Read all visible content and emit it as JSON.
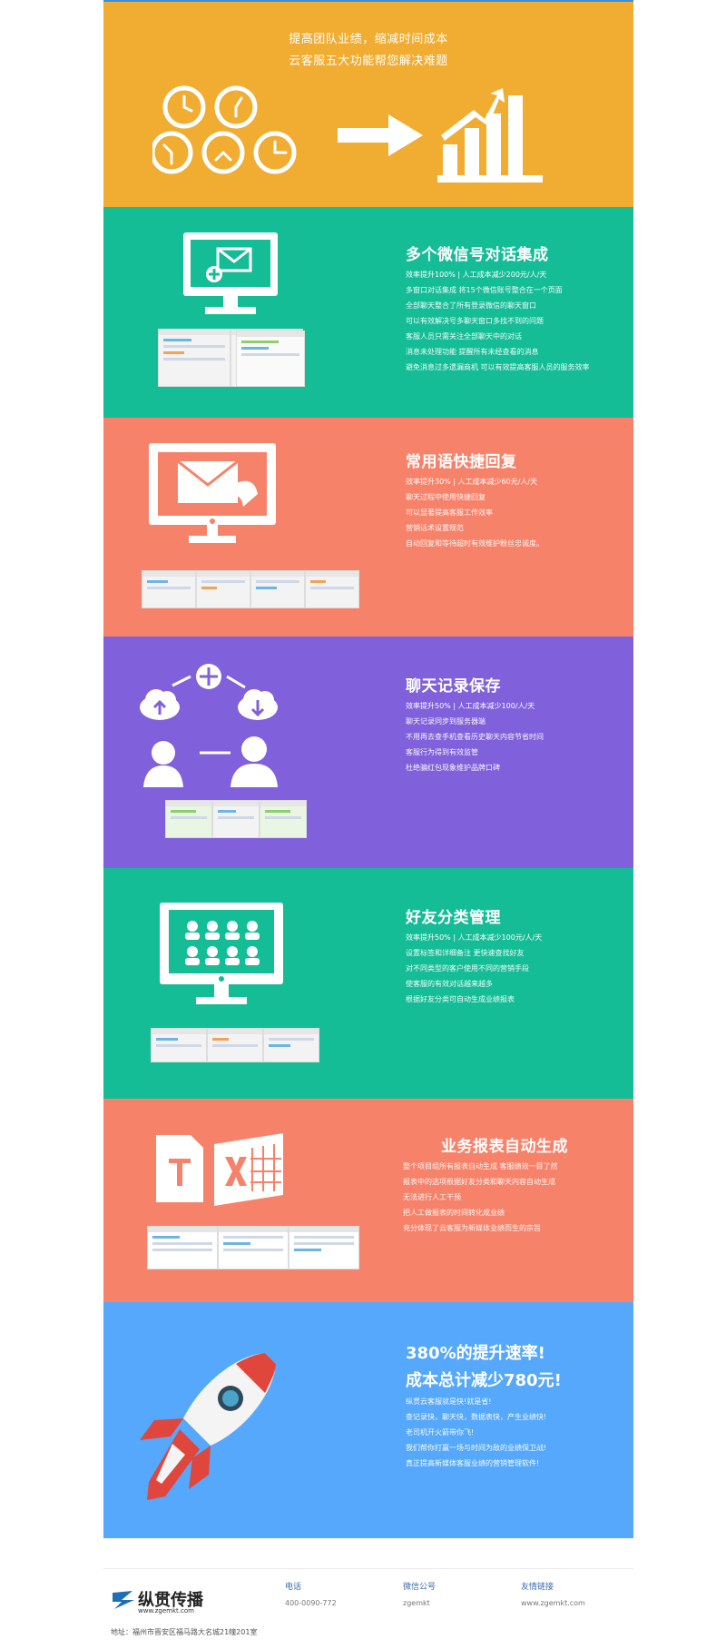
{
  "hero": {
    "line1": "提高团队业绩，缩减时间成本",
    "line2": "云客服五大功能帮您解决难题"
  },
  "features": [
    {
      "title": "多个微信号对话集成",
      "meta": "效率提升100%  |  人工成本减少200元/人/天",
      "lines": [
        "多窗口对话集成 将15个微信账号整合在一个页面",
        "全部聊天整合了所有登录微信的聊天窗口",
        "可以有效解决号多聊天窗口多找不到的问题",
        "客服人员只需关注全部聊天中的对话",
        "消息未处理功能 提醒所有未经查看的消息",
        "避免消息过多遗漏商机 可以有效提高客服人员的服务效率"
      ]
    },
    {
      "title": "常用语快捷回复",
      "meta": "效率提升30%  |  人工成本减少60元/人/天",
      "lines": [
        "聊天过程中使用快捷回复",
        "可以显著提高客服工作效率",
        "营销话术设置规范",
        "自动回复和等待超时有效维护粉丝忠诚度。"
      ]
    },
    {
      "title": "聊天记录保存",
      "meta": "效率提升50%  |  人工成本减少100/人/天",
      "lines": [
        "聊天记录同步到服务器端",
        "不用再去查手机查看历史聊天内容节省时间",
        "客服行为得到有效监管",
        "杜绝骗红包现象维护品牌口碑"
      ]
    },
    {
      "title": "好友分类管理",
      "meta": "效率提升50%  |  人工成本减少100元/人/天",
      "lines": [
        "设置标签和详细备注 更快速查找好友",
        "对不同类型的客户使用不同的营销手段",
        "使客服的有效对话越来越多",
        "根据好友分类可自动生成业绩报表"
      ]
    },
    {
      "title": "业务报表自动生成",
      "lines": [
        "整个项目组所有报表自动生成 客服绩效一目了然",
        "报表中的选项根据好友分类和聊天内容自动生成",
        "无法进行人工干预",
        "把人工做报表的时间转化成业绩",
        "充分体现了云客服为新媒体业绩而生的宗旨"
      ]
    }
  ],
  "rocket": {
    "title1": "380%的提升速率!",
    "title2": "成本总计减少780元!",
    "lines": [
      "纵贯云客服就是快!就是省!",
      "查记录快，聊天快，数据表快，产生业绩快!",
      "老司机开火箭带你飞!",
      "我们帮你打赢一场与时间为敌的业绩保卫战!",
      "真正提高新媒体客服业绩的营销管理软件!"
    ]
  },
  "footer": {
    "logo_text": "纵贯传播",
    "logo_url": "www.zgemkt.com",
    "address": "地址：福州市晋安区福马路大名城21幢201室",
    "cols": [
      {
        "heading": "电话",
        "value": "400-0090-772"
      },
      {
        "heading": "微信公号",
        "value": "zgemkt"
      },
      {
        "heading": "友情链接",
        "value": "www.zgemkt.com"
      }
    ]
  },
  "colors": {
    "hero": "#f1ac32",
    "green": "#15bd97",
    "salmon": "#f7826a",
    "purple": "#8060db",
    "blue": "#55a8fb"
  }
}
